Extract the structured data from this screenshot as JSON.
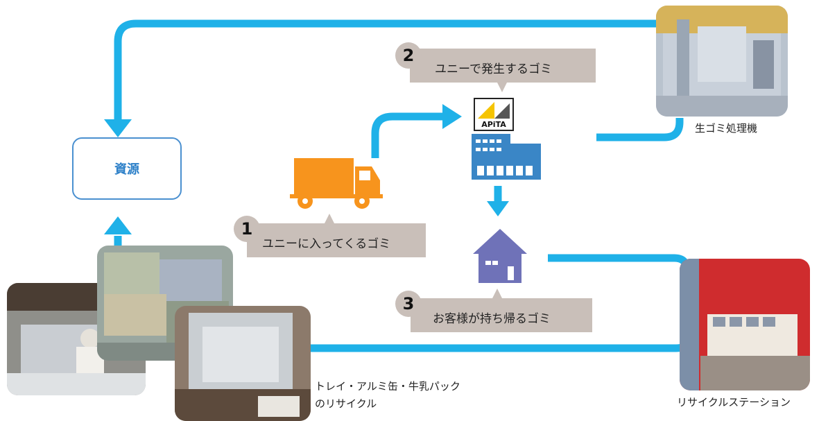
{
  "resource_box": {
    "label": "資源"
  },
  "callouts": [
    {
      "number": "1",
      "text": "ユニーに入ってくるゴミ"
    },
    {
      "number": "2",
      "text": "ユニーで発生するゴミ"
    },
    {
      "number": "3",
      "text": "お客様が持ち帰るゴミ"
    }
  ],
  "store_logo": {
    "text": "APiTA"
  },
  "photo_captions": {
    "garbage_processor": "生ゴミ処理機",
    "recycling_station": "リサイクルステーション",
    "recycling_line1": "トレイ・アルミ缶・牛乳パック",
    "recycling_line2": "のリサイクル"
  },
  "colors": {
    "flow_line": "#1fb1e8",
    "resource_border": "#4a90d0",
    "truck": "#f7941d",
    "building": "#3a86c6",
    "house": "#6f72b8",
    "callout_bg": "#c9bfb9",
    "logo_yellow": "#f5c400"
  }
}
